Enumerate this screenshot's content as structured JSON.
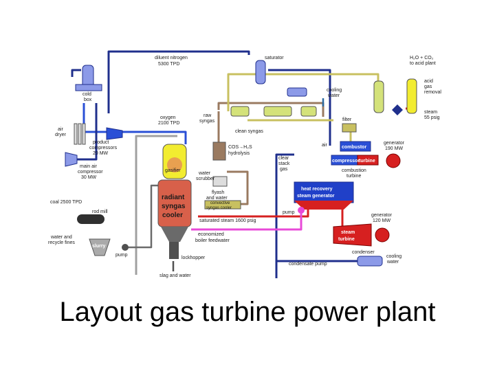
{
  "caption": "Layout gas turbine power plant",
  "labels": {
    "diluent_nitrogen": "diluent nitrogen",
    "diluent_nitrogen_rate": "5300 TPD",
    "saturator": "saturator",
    "h2o_co2": "H₂O + CO₂",
    "to_acid_plant": "to acid plant",
    "acid_gas_removal_1": "acid",
    "acid_gas_removal_2": "gas",
    "acid_gas_removal_3": "removal",
    "cooling_water_1": "cooling",
    "cooling_water_2": "water",
    "cold_box_1": "cold",
    "cold_box_2": "box",
    "raw_syngas_1": "raw",
    "raw_syngas_2": "syngas",
    "clean_syngas": "clean syngas",
    "filter": "filter",
    "steam_1": "steam",
    "steam_2": "55 psig",
    "air_dryer_1": "air",
    "air_dryer_2": "dryer",
    "oxygen_1": "oxygen",
    "oxygen_2": "2100 TPD",
    "product_comp_1": "product",
    "product_comp_2": "compressors",
    "product_comp_3": "20 MW",
    "cos_hydrolysis_1": "COS→H₂S",
    "cos_hydrolysis_2": "hydrolysis",
    "air": "air",
    "combustor": "combustor",
    "generator_top_1": "generator",
    "generator_top_2": "190 MW",
    "clear_stack_1": "clear",
    "clear_stack_2": "stack",
    "clear_stack_3": "gas",
    "compressor": "compressor",
    "turbine": "turbine",
    "combustion_turbine_1": "combustion",
    "combustion_turbine_2": "turbine",
    "main_air_1": "main air",
    "main_air_2": "compressor",
    "main_air_3": "30 MW",
    "gasifier": "gasifier",
    "water_scrubber_1": "water",
    "water_scrubber_2": "scrubber",
    "hrsg_1": "heat recovery",
    "hrsg_2": "steam generator",
    "flyash_1": "flyash",
    "flyash_2": "and water",
    "convective_cooler_1": "convective",
    "convective_cooler_2": "syngas cooler",
    "radiant_1": "radiant",
    "radiant_2": "syngas",
    "radiant_3": "cooler",
    "coal": "coal 2500 TPD",
    "rod_mill": "rod mill",
    "saturated_steam": "saturated steam 1600 psig",
    "pump_top": "pump",
    "generator_low_1": "generator",
    "generator_low_2": "120 MW",
    "steam_turbine_1": "steam",
    "steam_turbine_2": "turbine",
    "water_recycle_1": "water and",
    "water_recycle_2": "recycle fines",
    "economized_1": "economized",
    "economized_2": "boiler feedwater",
    "slurry": "slurry",
    "pump_low": "pump",
    "condenser": "condenser",
    "cooling_water_low_1": "cooling",
    "cooling_water_low_2": "water",
    "condensate_pump": "condensate pump",
    "lockhopper": "lockhopper",
    "slag": "slag and water"
  },
  "colors": {
    "nitrogen": "#1f2f8c",
    "oxygen": "#2a4fd6",
    "syngas": "#c8c060",
    "raw": "#9a7a60",
    "steam": "#d62020",
    "feedwater": "#e84ad8",
    "water": "#2c6aa0",
    "gasifier": "#e8a050",
    "cooler": "#d8604a",
    "hrsg": "#2040c8",
    "equipment_blue": "#8c9ae8",
    "equipment_yellow": "#f2ec30",
    "equipment_green": "#d4e27a"
  }
}
